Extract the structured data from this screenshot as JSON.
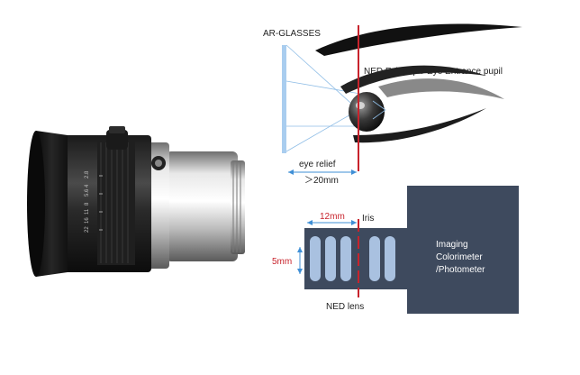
{
  "labels": {
    "ar_glasses": "AR-GLASSES",
    "ned_exit_pupil": "NED Exit pupil/ Eye Entrance pupil",
    "eye_relief_line1": "eye relief",
    "eye_relief_line2": "＞20mm",
    "dim_12mm": "12mm",
    "iris": "Iris",
    "dim_5mm": "5mm",
    "ned_lens": "NED lens",
    "imaging_line1": "Imaging",
    "imaging_line2": "Colorimeter",
    "imaging_line3": "/Photometer"
  },
  "lens_barrel_marks": {
    "f_numbers": [
      "2.8",
      "4",
      "5.6",
      "8",
      "11",
      "16",
      "22"
    ]
  },
  "colors": {
    "red": "#c8232c",
    "blue_dim": "#3f8fd6",
    "glasses_blue": "#a9cdef",
    "camera_box": "#3e4a5e",
    "lens_fill": "#a9c1e0",
    "text_dark": "#222222"
  }
}
